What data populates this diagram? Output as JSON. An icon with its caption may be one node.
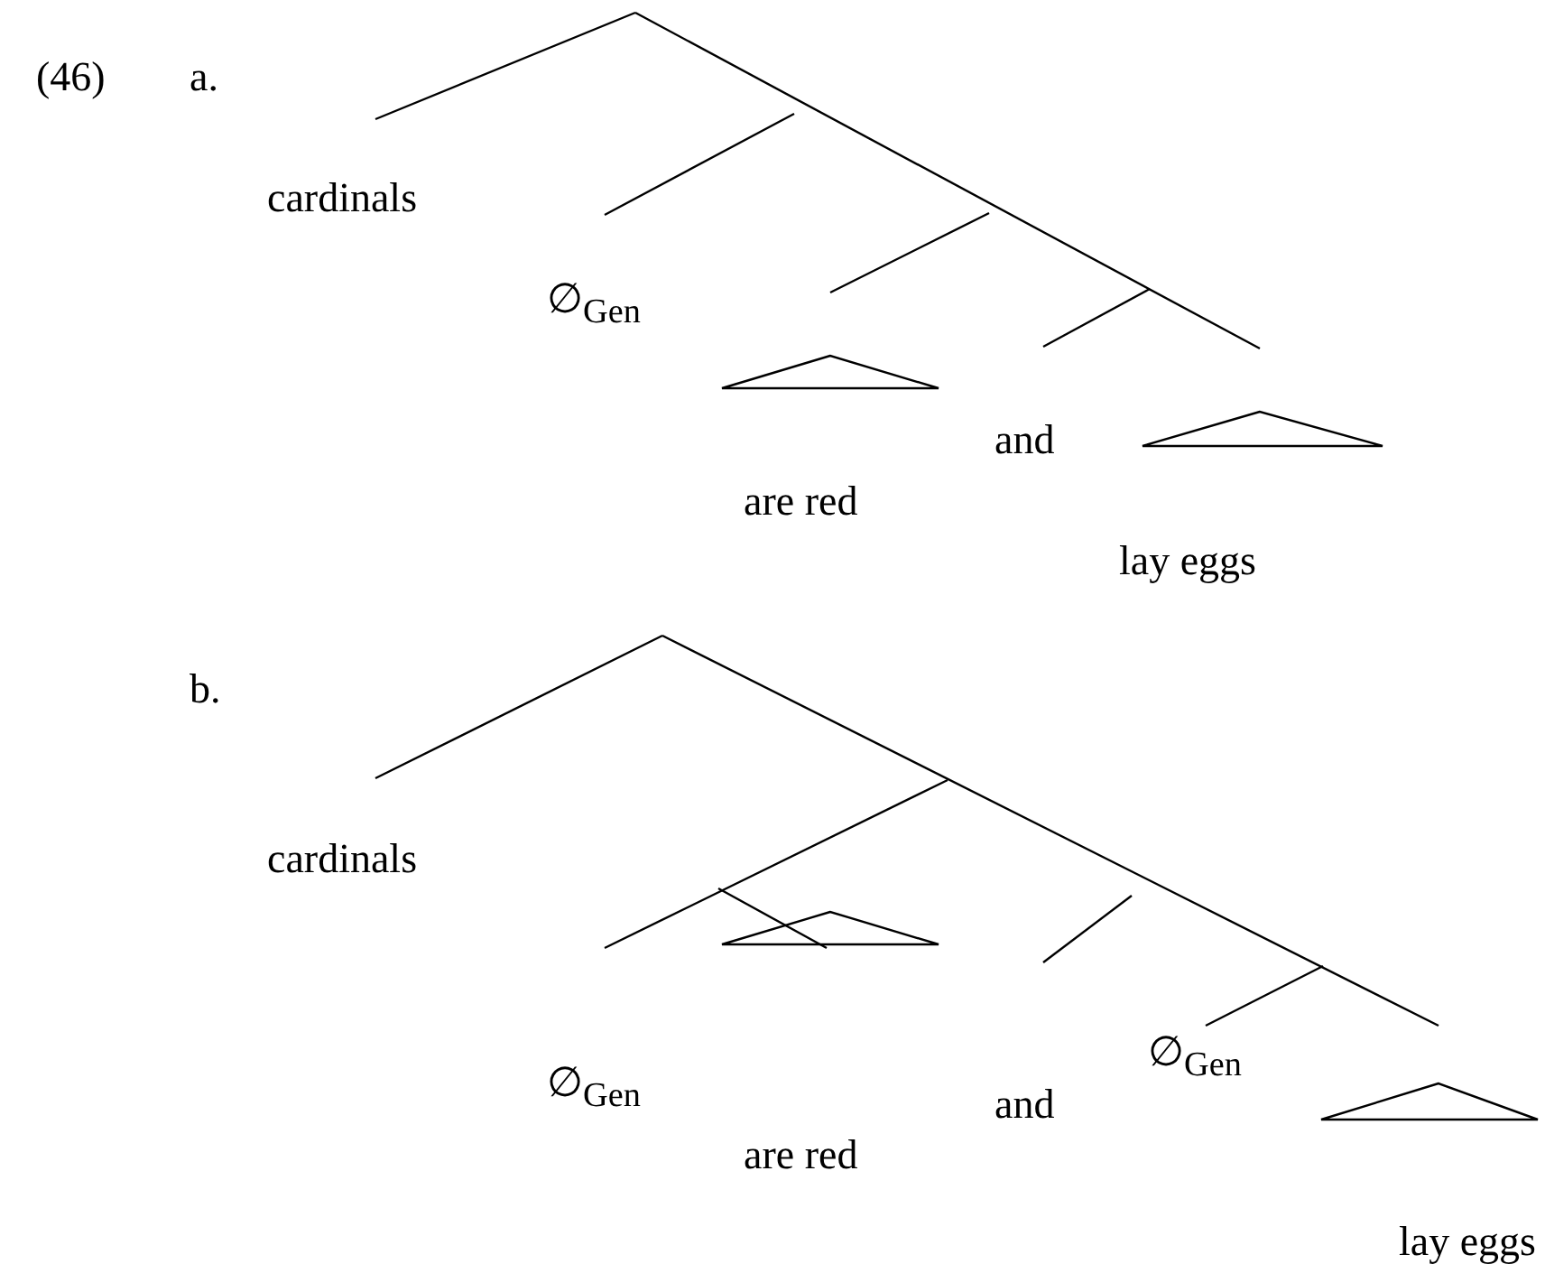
{
  "diagram": {
    "labels": [
      "(46)",
      "a.",
      "cardinals",
      "∅$_{Gen}$",
      "and",
      "are red",
      "lay eggs",
      "b.",
      "cardinals",
      "∅$_{Gen}$",
      "and",
      "∅$_{Gen}$",
      "are red",
      "lay eggs"
    ]
  }
}
